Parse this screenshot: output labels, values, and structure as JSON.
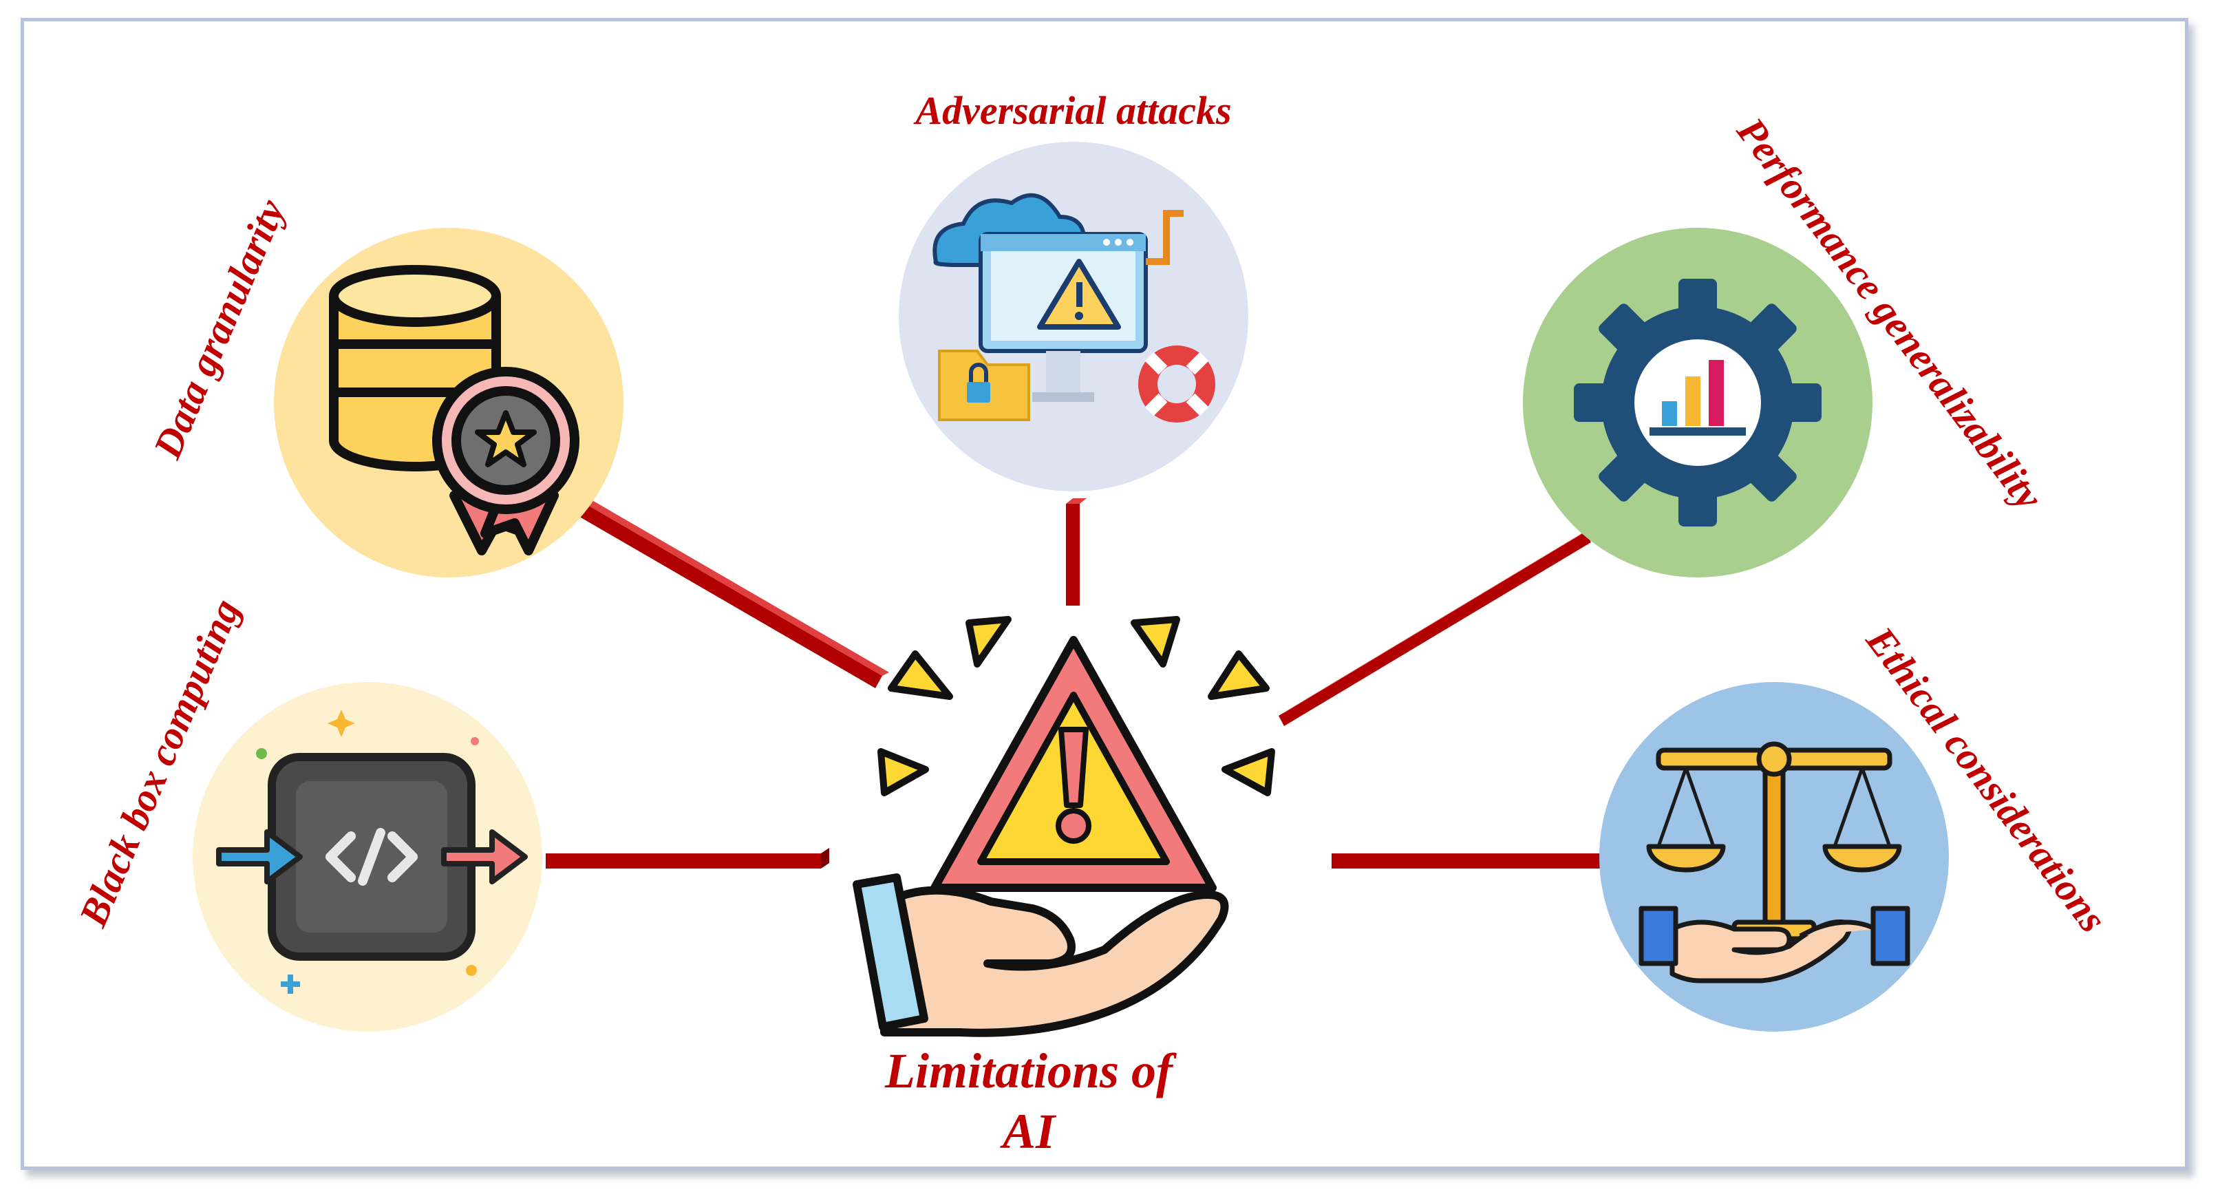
{
  "title": {
    "line1": "Limitations of",
    "line2": "AI"
  },
  "nodes": [
    {
      "id": "data-granularity",
      "label": "Data granularity",
      "bg": "#fde39e",
      "icon": "database-award-icon"
    },
    {
      "id": "adversarial-attacks",
      "label": "Adversarial attacks",
      "bg": "#dde3f1",
      "icon": "monitor-warning-icon"
    },
    {
      "id": "performance-generalizability",
      "label": "Performance generalizability",
      "bg": "#a8cf8e",
      "icon": "gear-chart-icon"
    },
    {
      "id": "black-box-computing",
      "label": "Black box computing",
      "bg": "#fdf1cf",
      "icon": "code-box-icon"
    },
    {
      "id": "ethical-considerations",
      "label": "Ethical considerations",
      "bg": "#9dc3e6",
      "icon": "justice-scale-icon"
    }
  ],
  "colors": {
    "accent": "#c00000",
    "connector": "#b00000",
    "warning": "#fdd835",
    "frame": "#b7c3dc"
  }
}
